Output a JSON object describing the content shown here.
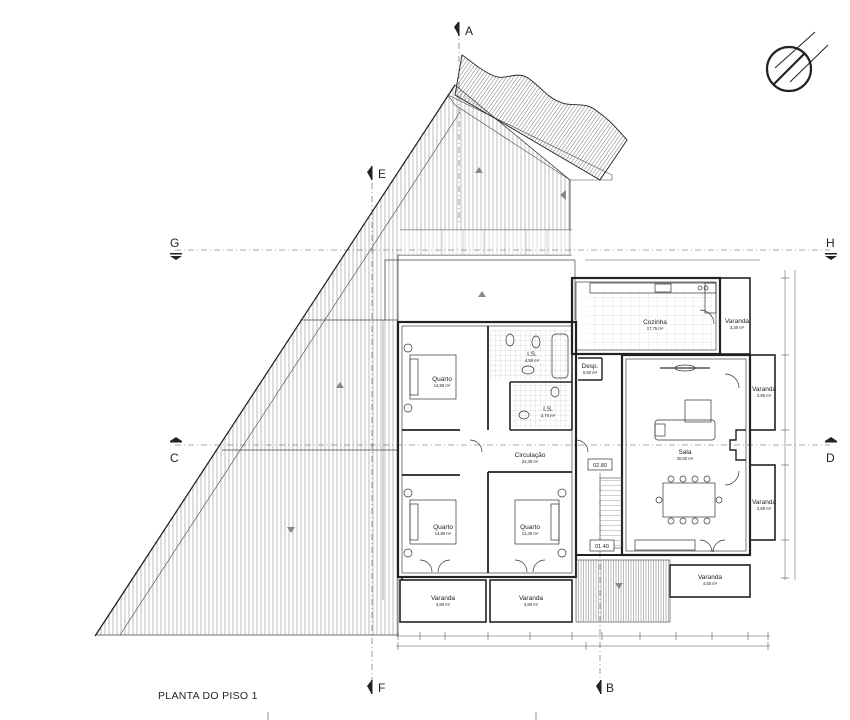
{
  "drawing_title": "PLANTA DO PISO 1",
  "section_marks": {
    "A": "A",
    "B": "B",
    "C": "C",
    "D": "D",
    "E": "E",
    "F": "F",
    "G": "G",
    "H": "H"
  },
  "rooms": {
    "cozinha": {
      "name": "Cozinha",
      "area": "17,75 m²"
    },
    "varanda_kitchen": {
      "name": "Varanda",
      "area": "3,30 m²"
    },
    "is_upper": {
      "name": "I.S.",
      "area": "4,50 m²"
    },
    "desp": {
      "name": "Desp.",
      "area": "0,80 m²"
    },
    "is_lower": {
      "name": "I.S.",
      "area": "3,70 m²"
    },
    "quarto_top": {
      "name": "Quarto",
      "area": "14,80 m²"
    },
    "circulacao": {
      "name": "Circulação",
      "area": "22,40 m²"
    },
    "sala": {
      "name": "Sala",
      "area": "30,00 m²"
    },
    "varanda_sala_top": {
      "name": "Varanda",
      "area": "2,80 m²"
    },
    "varanda_sala_bottom": {
      "name": "Varanda",
      "area": "2,80 m²"
    },
    "quarto_bl": {
      "name": "Quarto",
      "area": "14,80 m²"
    },
    "quarto_bm": {
      "name": "Quarto",
      "area": "12,40 m²"
    },
    "varanda_bl": {
      "name": "Varanda",
      "area": "4,80 m²"
    },
    "varanda_bm": {
      "name": "Varanda",
      "area": "4,80 m²"
    },
    "varanda_br": {
      "name": "Varanda",
      "area": "4,50 m²"
    }
  },
  "level_tags": {
    "upper": "02.80",
    "lower": "01.40"
  }
}
